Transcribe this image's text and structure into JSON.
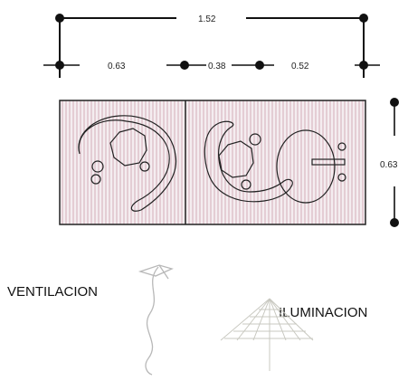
{
  "dimensions": {
    "total_width": "1.52",
    "left_segment": "0.63",
    "middle_segment": "0.38",
    "right_segment": "0.52",
    "height": "0.63"
  },
  "labels": {
    "ventilation": "VENTILACION",
    "illumination": "ILUMINACION"
  },
  "colors": {
    "hatch": "#d9b8c2",
    "outline": "#222222",
    "sun_lines": "#c8c8c0",
    "wind_line": "#b8b8b8"
  },
  "icons": {
    "ventilation": "wind-arrow-icon",
    "illumination": "sun-rays-icon"
  }
}
